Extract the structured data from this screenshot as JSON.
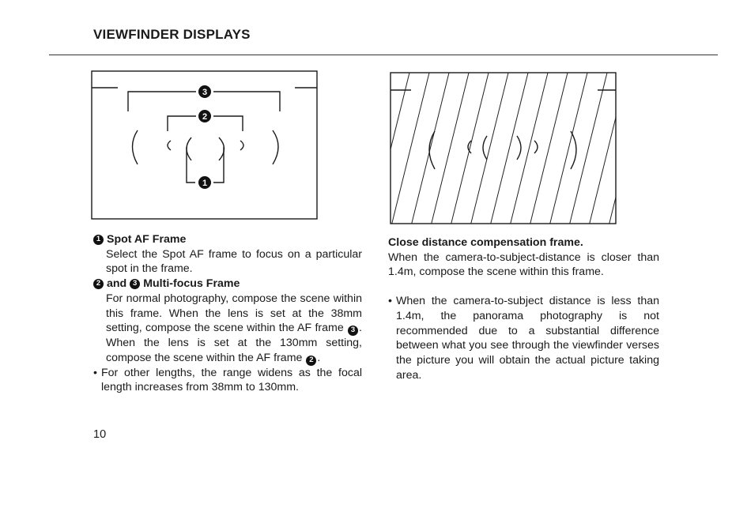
{
  "page": {
    "title": "VIEWFINDER DISPLAYS",
    "page_number": "10"
  },
  "diagram_left": {
    "labels": [
      "3",
      "2",
      "1"
    ]
  },
  "left_column": {
    "spot_badge": "1",
    "spot_heading": "Spot AF Frame",
    "spot_body": "Select the Spot AF frame to focus on a particular spot in the frame.",
    "multi_badge_a": "2",
    "multi_and": "and",
    "multi_badge_b": "3",
    "multi_heading": "Multi-focus Frame",
    "multi_body_1": "For normal photography, compose the scene within this frame. When the lens is set at the 38mm setting, compose the scene within the AF frame",
    "multi_inline_badge_1": "3",
    "multi_body_2": ". When the lens is set at the 130mm setting, compose the scene within the AF frame",
    "multi_inline_badge_2": "2",
    "multi_body_3": ".",
    "bullet_marker": "•",
    "bullet_text": "For other lengths, the range widens as the focal length increases from 38mm to 130mm."
  },
  "right_column": {
    "heading": "Close distance compensation frame.",
    "body": "When the camera-to-subject-distance is closer than 1.4m, compose the scene within this frame.",
    "bullet_marker": "•",
    "bullet_text": "When the camera-to-subject distance is less than 1.4m, the panorama photography is not recommended due to a substantial difference between what you see through the viewfinder verses the picture you will obtain the actual picture taking area."
  }
}
